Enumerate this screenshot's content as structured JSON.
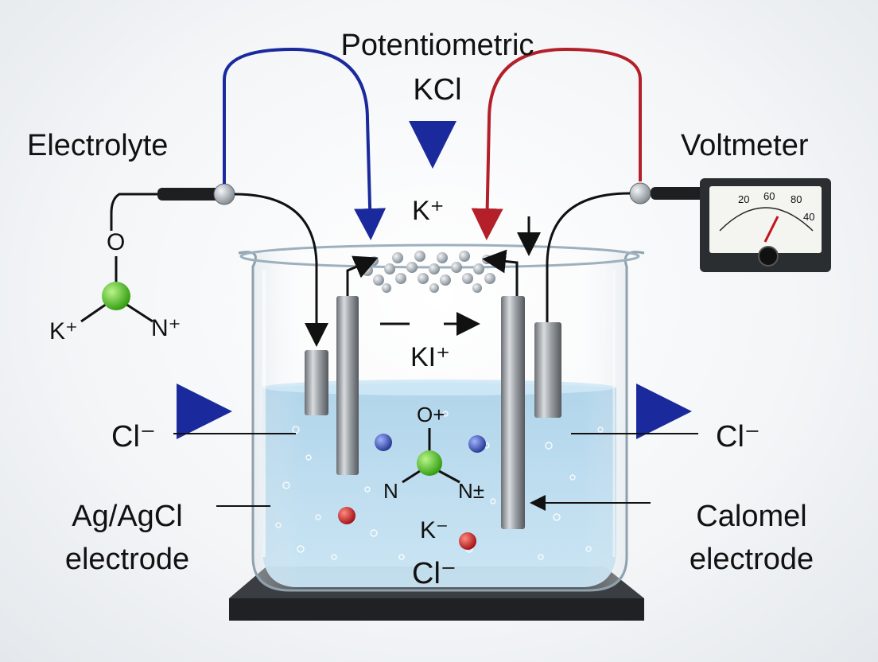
{
  "title": {
    "line1": "Potentiometric",
    "line2": "KCl"
  },
  "labels": {
    "electrolyte": "Electrolyte",
    "voltmeter": "Voltmeter",
    "k_plus_top": "K⁺",
    "ki_plus": "KI⁺",
    "cl_left": "Cl⁻",
    "cl_right": "Cl⁻",
    "cl_bottom": "Cl⁻",
    "ag_line1": "Ag/AgCl",
    "ag_line2": "electrode",
    "calomel_line1": "Calomel",
    "calomel_line2": "electrode"
  },
  "molecule_left": {
    "top": "O",
    "left": "K⁺",
    "right": "N⁺"
  },
  "molecule_center": {
    "top": "O+",
    "left": "N",
    "right": "N±",
    "below": "K⁻"
  },
  "voltmeter_scale": [
    "20",
    "60",
    "80",
    "40"
  ],
  "colors": {
    "blue_wire": "#1a2a9c",
    "red_wire": "#b3202a",
    "solution": "#a9d3ec",
    "arrow_blue": "#1a2a9c",
    "chlorine_green": "#4cc21c",
    "ion_red": "#c8141a",
    "ion_blue": "#3a50b8",
    "base": "#2a2c2f"
  }
}
